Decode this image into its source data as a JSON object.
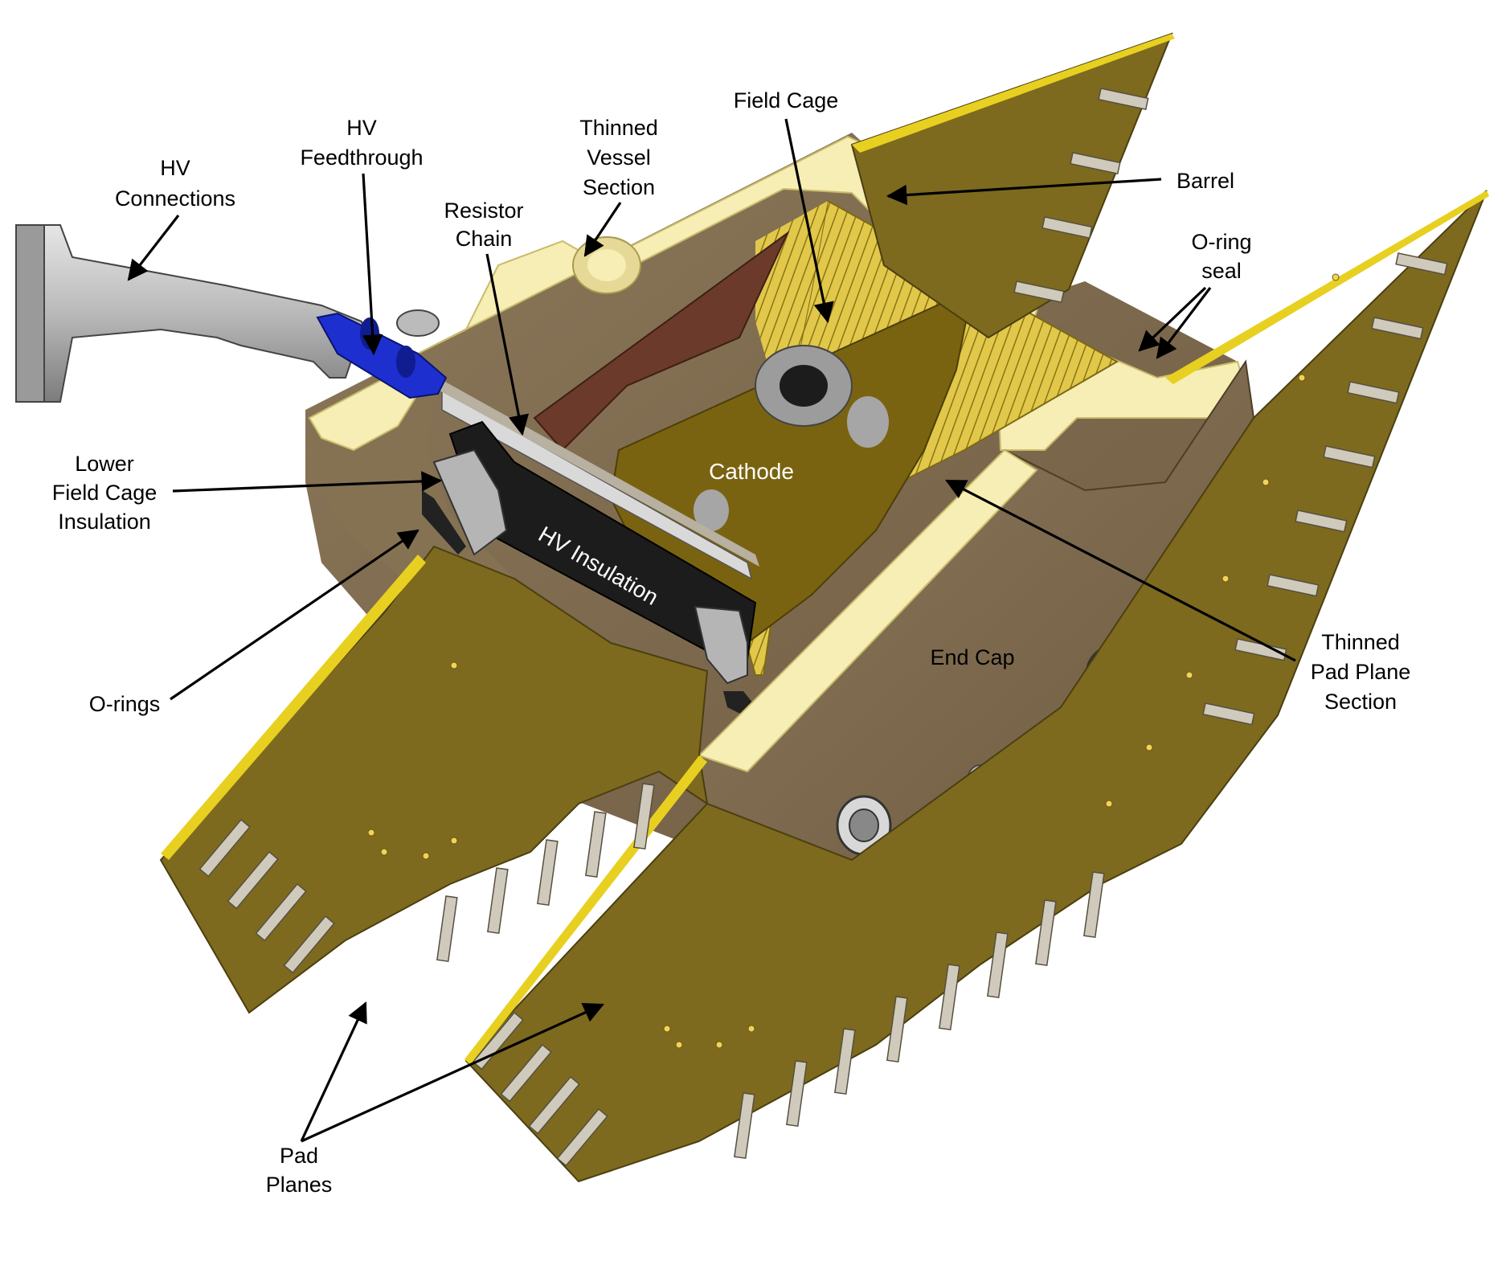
{
  "labels": {
    "hv_connections": [
      "HV",
      "Connections"
    ],
    "hv_feedthrough": [
      "HV",
      "Feedthrough"
    ],
    "thinned_vessel_section": [
      "Thinned",
      "Vessel",
      "Section"
    ],
    "field_cage": "Field Cage",
    "resistor_chain": [
      "Resistor",
      "Chain"
    ],
    "barrel": "Barrel",
    "oring_seal": [
      "O-ring",
      "seal"
    ],
    "lower_field_cage_insulation": [
      "Lower",
      "Field Cage",
      "Insulation"
    ],
    "cathode": "Cathode",
    "hv_insulation": "HV Insulation",
    "orings": "O-rings",
    "end_cap": "End Cap",
    "thinned_pad_plane_section": [
      "Thinned",
      "Pad Plane",
      "Section"
    ],
    "pad_planes": [
      "Pad",
      "Planes"
    ]
  },
  "colors": {
    "pad_plane": "#7d6a1e",
    "pad_plane_edge": "#e8d020",
    "end_cap": "#7e6a4e",
    "vessel_face": "#f6eeb4",
    "field_cage_strips": "#d8c040",
    "cathode": "#7a6310",
    "window": "#6b3a2a",
    "hv_insulation": "#1c1c1c",
    "feedthrough_blue": "#1e2fd0",
    "hv_connector_grey": "#a9a9a9"
  }
}
